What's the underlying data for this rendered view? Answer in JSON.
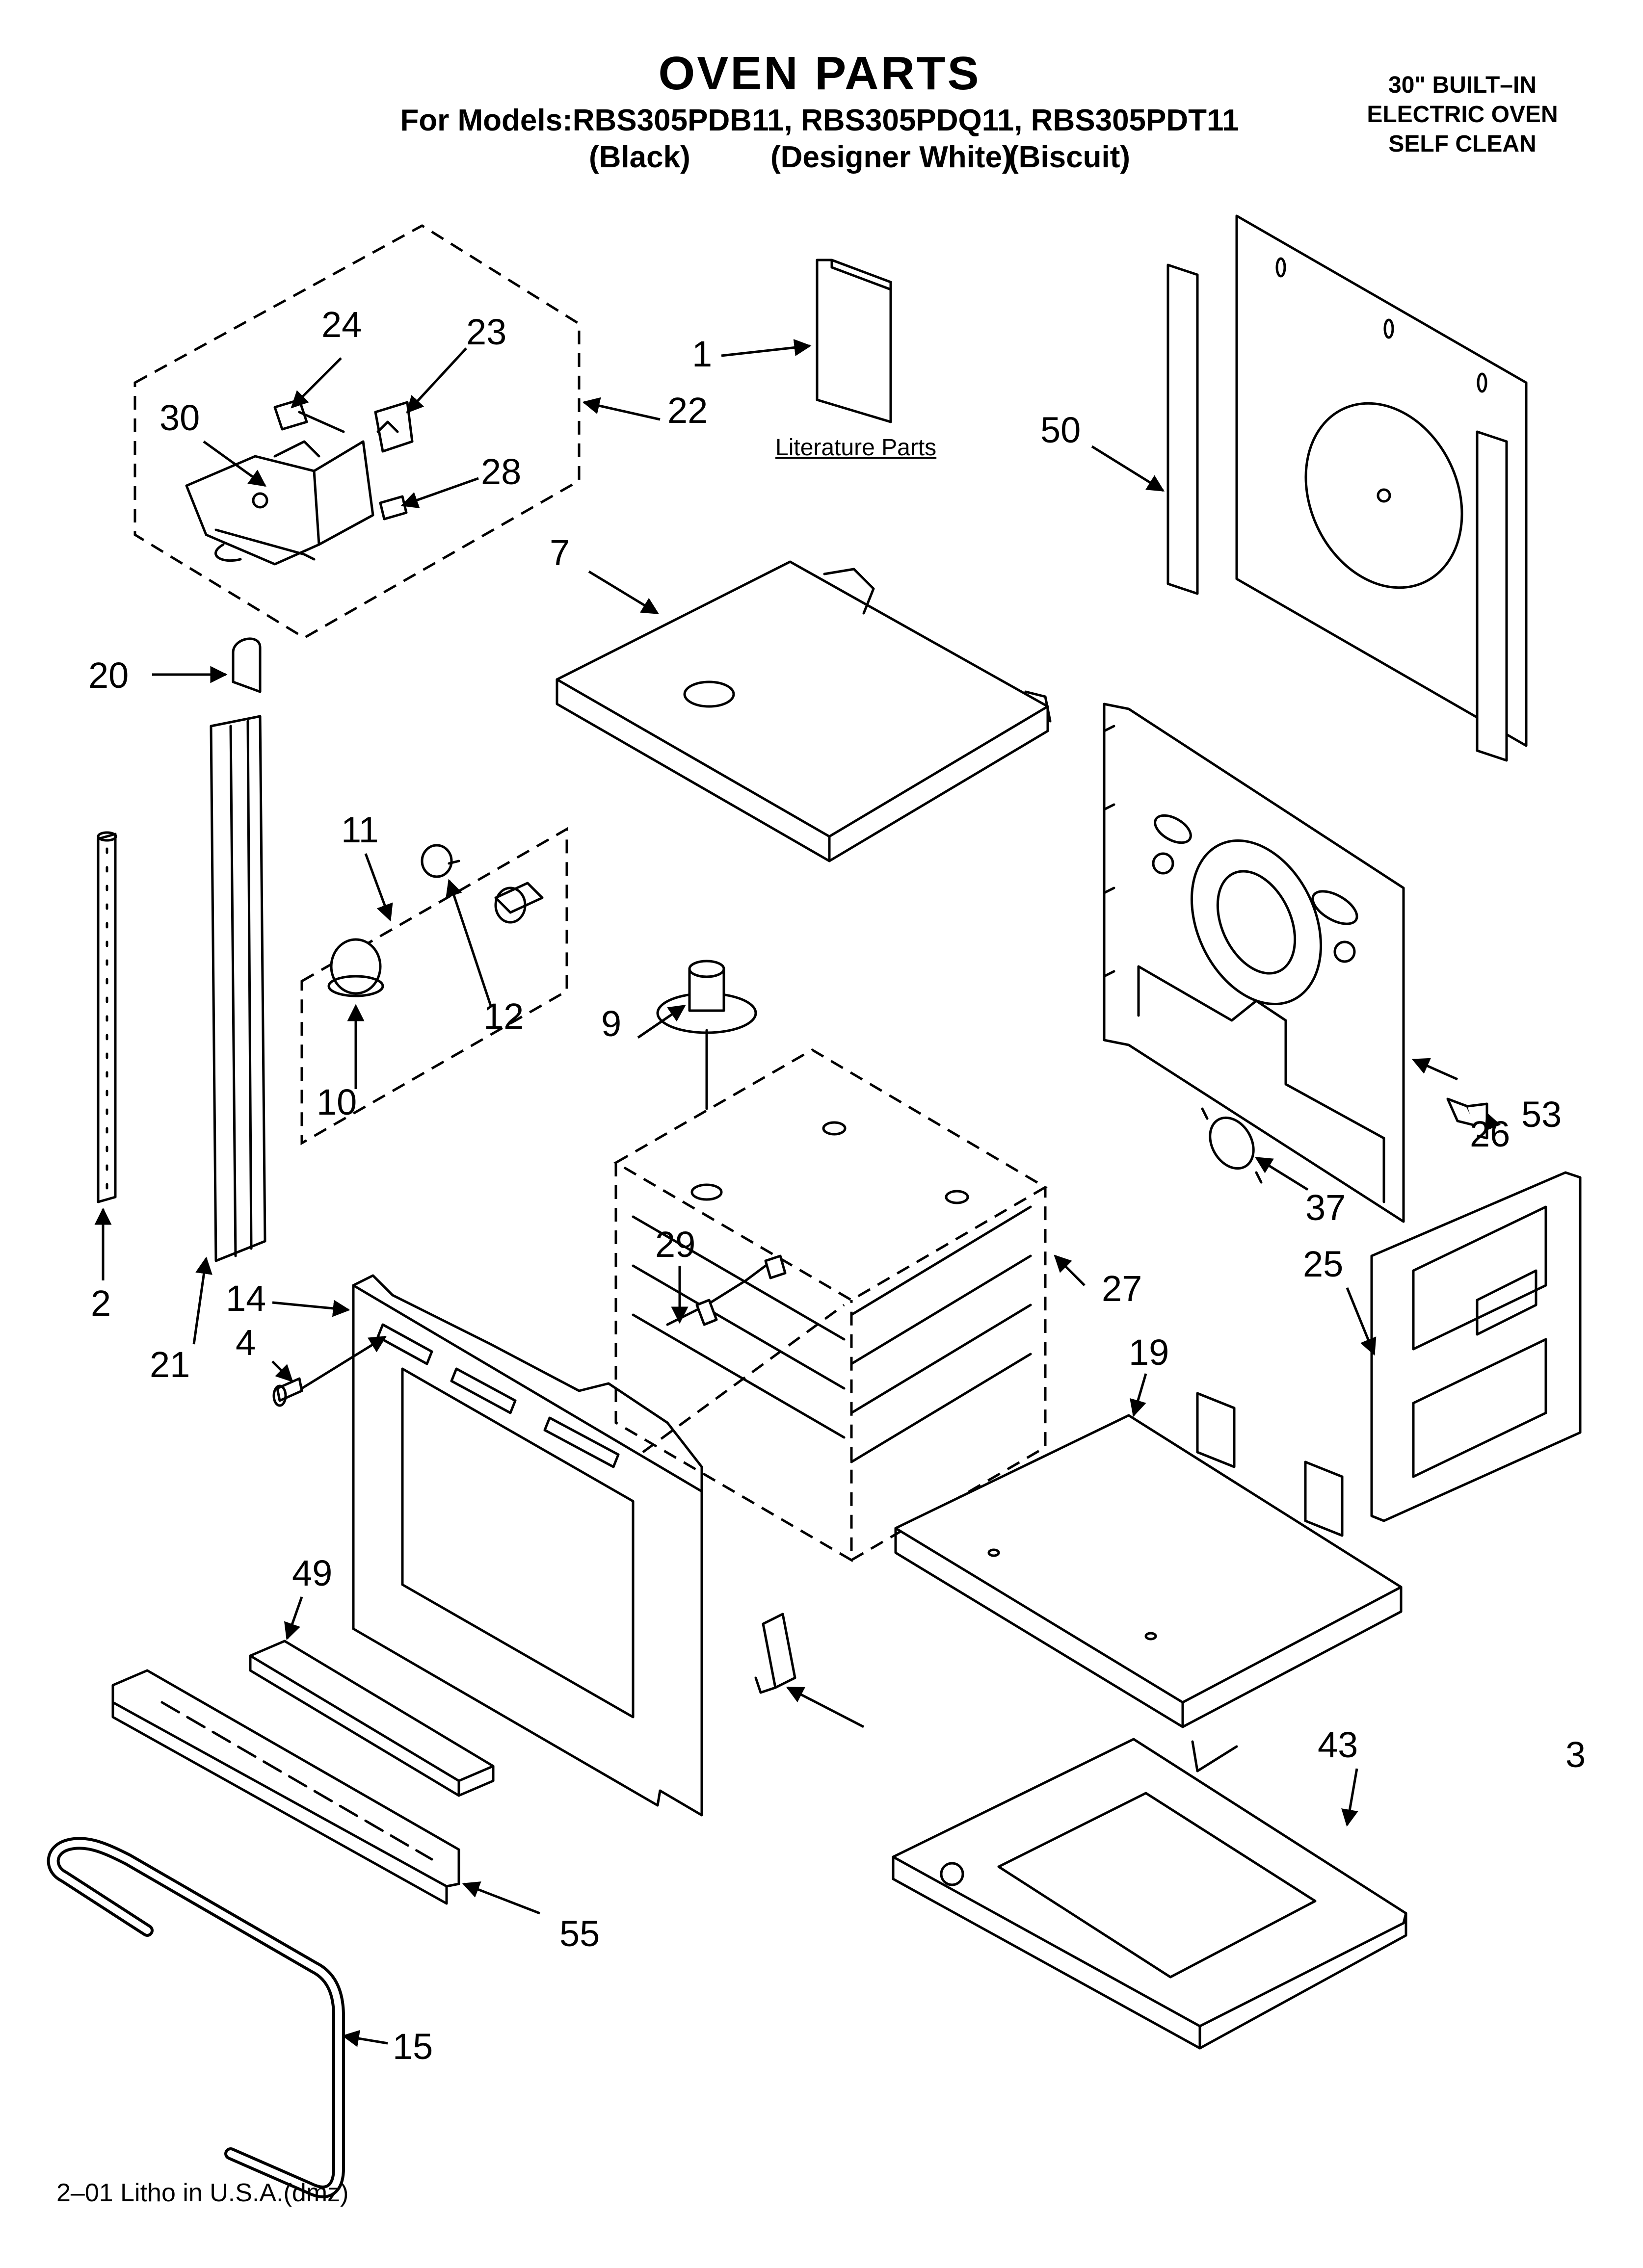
{
  "header": {
    "title": "OVEN PARTS",
    "models_line": "For Models:RBS305PDB11, RBS305PDQ11, RBS305PDT11",
    "color_black": "(Black)",
    "color_white": "(Designer White)",
    "color_biscuit": "(Biscuit)",
    "corner_line1": "30\" BUILT–IN",
    "corner_line2": "ELECTRIC OVEN",
    "corner_line3": "SELF CLEAN"
  },
  "labels": {
    "literature": "Literature Parts"
  },
  "callouts": {
    "c1": "1",
    "c2": "2",
    "c3": "3",
    "c4": "4",
    "c7": "7",
    "c9": "9",
    "c10": "10",
    "c11": "11",
    "c12": "12",
    "c14": "14",
    "c15": "15",
    "c19": "19",
    "c20": "20",
    "c21": "21",
    "c22": "22",
    "c23": "23",
    "c24": "24",
    "c25": "25",
    "c26": "26",
    "c27": "27",
    "c28": "28",
    "c29": "29",
    "c30": "30",
    "c37": "37",
    "c43": "43",
    "c49": "49",
    "c50": "50",
    "c53": "53",
    "c55": "55"
  },
  "footer": {
    "litho": "2–01 Litho in U.S.A.(dmz)"
  }
}
